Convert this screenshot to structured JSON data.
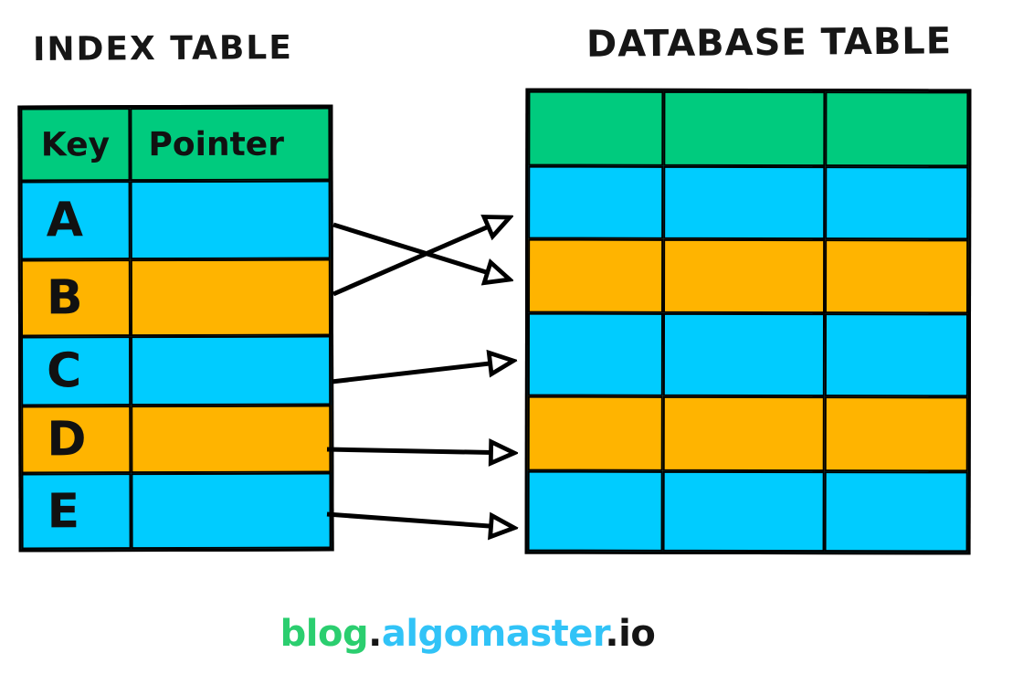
{
  "index_table": {
    "title": "INDEX TABLE",
    "headers": {
      "key": "Key",
      "pointer": "Pointer"
    },
    "rows": [
      {
        "key": "A",
        "pointer_value": "",
        "row_color": "cyan"
      },
      {
        "key": "B",
        "pointer_value": "",
        "row_color": "orange"
      },
      {
        "key": "C",
        "pointer_value": "",
        "row_color": "cyan"
      },
      {
        "key": "D",
        "pointer_value": "",
        "row_color": "orange"
      },
      {
        "key": "E",
        "pointer_value": "",
        "row_color": "cyan"
      }
    ]
  },
  "database_table": {
    "title": "DATABASE TABLE",
    "columns": 3,
    "rows": [
      {
        "row_color": "green"
      },
      {
        "row_color": "cyan"
      },
      {
        "row_color": "orange"
      },
      {
        "row_color": "cyan"
      },
      {
        "row_color": "orange"
      },
      {
        "row_color": "cyan"
      }
    ]
  },
  "mappings": [
    {
      "from_key": "A",
      "to_database_row": 3
    },
    {
      "from_key": "B",
      "to_database_row": 2
    },
    {
      "from_key": "C",
      "to_database_row": 4
    },
    {
      "from_key": "D",
      "to_database_row": 5
    },
    {
      "from_key": "E",
      "to_database_row": 6
    }
  ],
  "colors": {
    "green": "#00CB7E",
    "cyan": "#00CCFF",
    "orange": "#FFB400",
    "stroke": "#000000",
    "footer_green": "#2BCE6F",
    "footer_cyan": "#31C3F7",
    "footer_dark": "#151515"
  },
  "footer": {
    "segments": [
      {
        "text": "blog",
        "color": "footer_green"
      },
      {
        "text": ".",
        "color": "footer_dark"
      },
      {
        "text": "algomaster",
        "color": "footer_cyan"
      },
      {
        "text": ".",
        "color": "footer_dark"
      },
      {
        "text": "io",
        "color": "footer_dark"
      }
    ]
  }
}
